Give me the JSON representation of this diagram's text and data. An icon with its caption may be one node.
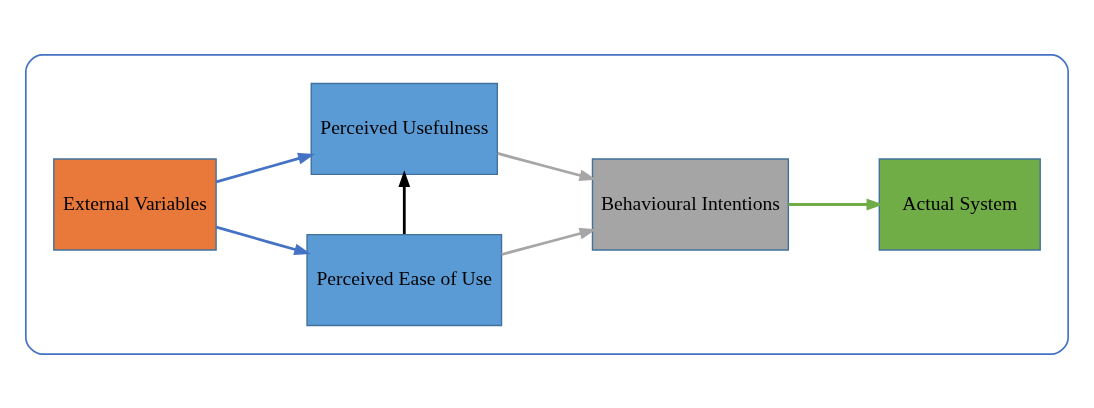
{
  "diagram": {
    "nodes": [
      {
        "text": [],
        "shape": "box"
      },
      {
        "text": [
          "External Variables"
        ],
        "in": 0
      },
      {
        "text": [
          "Perceived Usefulness"
        ],
        "in": 0
      },
      {
        "text": [
          "Perceived Ease of Use"
        ],
        "in": 0
      },
      {
        "text": [
          "Behavioural Intentions"
        ],
        "in": 0
      },
      {
        "text": [
          "Actual System"
        ],
        "in": 0
      }
    ],
    "edges": [
      {
        "from": 1,
        "to": 2,
        "arrow": "to",
        "color": "#4472c4"
      },
      {
        "from": 1,
        "to": 3,
        "arrow": "to",
        "color": "#4472c4"
      },
      {
        "from": 3,
        "to": 2,
        "arrow": "to",
        "color": "#000000"
      },
      {
        "from": 2,
        "to": 4,
        "arrow": "to",
        "color": "#a6a6a6"
      },
      {
        "from": 3,
        "to": 4,
        "arrow": "to",
        "color": "#a6a6a6"
      },
      {
        "from": 4,
        "to": 5,
        "arrow": "to",
        "color": "#70ad47"
      }
    ]
  }
}
